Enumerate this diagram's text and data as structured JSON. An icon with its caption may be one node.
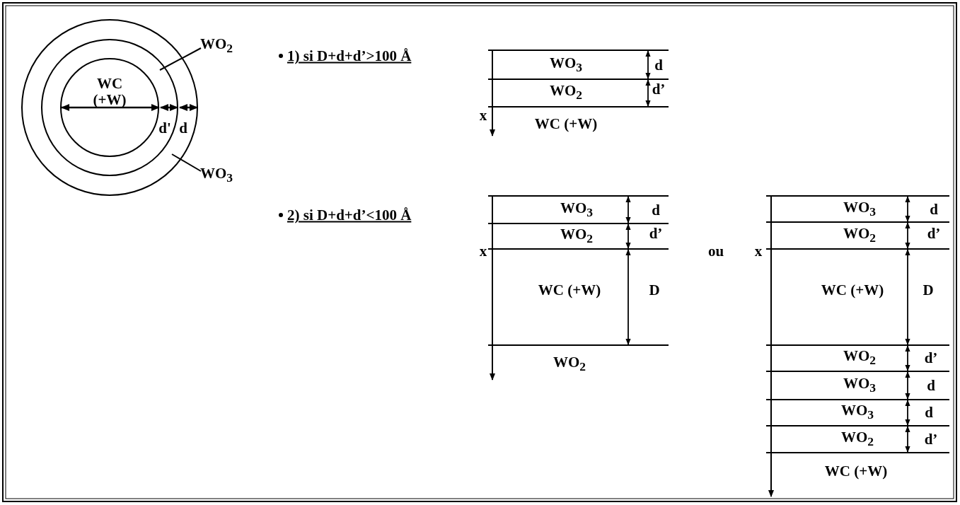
{
  "diagram": {
    "nodes": [
      {
        "text": [],
        "shape": "circle"
      },
      {
        "text": [],
        "shape": "circle",
        "in": 0
      },
      {
        "text": [
          "WC (+W)"
        ],
        "in": 1
      },
      {
        "text": [
          "WO$_{2}$"
        ]
      },
      {
        "text": [
          "WO$_{3}$"
        ]
      }
    ],
    "edges": [
      {
        "from": 3,
        "to": 1,
        "arrow": "none"
      },
      {
        "from": 4,
        "to": 0,
        "arrow": "none"
      }
    ],
    "labels": [
      "d'",
      "d",
      "1) si D+d+d’>100 Å",
      "WO$_{3}$",
      "d",
      "WO$_{2}$",
      "d’",
      "x",
      "WC (+W)",
      "2) si D+d+d’<100 Å",
      "WO$_{3}$",
      "d",
      "WO$_{2}$",
      "d’",
      "x",
      "WC (+W)",
      "D",
      "WO$_{2}$",
      "ou",
      "WO$_{3}$",
      "d",
      "WO$_{2}$",
      "d’",
      "x",
      "WC (+W)",
      "D",
      "WO$_{2}$",
      "d’",
      "WO$_{3}$",
      "d",
      "WO$_{3}$",
      "d",
      "WO$_{2}$",
      "d’",
      "WC (+W)"
    ]
  }
}
